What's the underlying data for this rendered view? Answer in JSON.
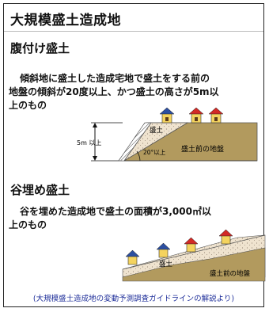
{
  "title": "大規模盛土造成地",
  "section1": {
    "heading": "腹付け盛土",
    "line1": "傾斜地に盛土した造成宅地で盛土をする前の",
    "line2": "地盤の傾斜が20度以上、かつ盛土の高さが5m以",
    "line3": "上のもの",
    "figure": {
      "height_label": "5m 以上",
      "fill_label": "盛土",
      "angle_label": "20°以上",
      "ground_label": "盛土前の地盤"
    }
  },
  "section2": {
    "heading": "谷埋め盛土",
    "line1": "谷を埋めた造成地で盛土の面積が3,000㎡以",
    "line2": "上のもの",
    "figure": {
      "fill_label": "盛土",
      "ground_label": "盛土前の地盤"
    }
  },
  "caption": "(大規模盛土造成地の変動予測調査ガイドラインの解説より)",
  "colors": {
    "ground": "#b29a5e",
    "fill": "#efe3cf",
    "fill_dots": "#9a8a78",
    "house_wall": "#f4d35e",
    "roof_blue": "#2c4fa0",
    "roof_red": "#d22a26",
    "caption": "#1f2f9a"
  }
}
